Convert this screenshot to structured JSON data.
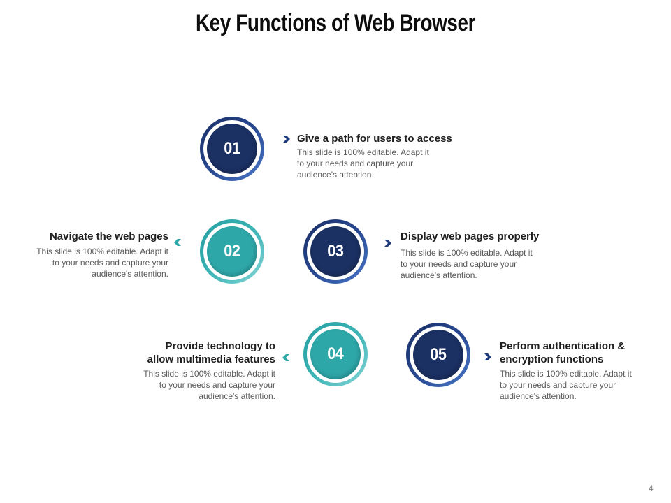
{
  "title": "Key Functions of Web Browser",
  "colors": {
    "navy": "#1b3063",
    "navy_ring_light": "#4a79c9",
    "teal": "#2ea7a9",
    "teal_ring_light": "#86d5d6",
    "heading": "#1f1f1f",
    "body_text": "#595959"
  },
  "steps": [
    {
      "number": "01",
      "color": "navy",
      "heading": "Give a path for users to access",
      "heading_line2": "",
      "description_lines": [
        "This slide is 100% editable. Adapt it",
        "to your needs and capture your",
        "audience's attention."
      ],
      "arrow": "chevron-right-icon"
    },
    {
      "number": "02",
      "color": "teal",
      "heading": "Navigate the web pages",
      "heading_line2": "",
      "description_lines": [
        "This slide is 100% editable. Adapt it",
        "to your needs and capture your",
        "audience's attention."
      ],
      "arrow": "chevron-left-icon"
    },
    {
      "number": "03",
      "color": "navy",
      "heading": "Display web pages properly",
      "heading_line2": "",
      "description_lines": [
        "This slide is 100% editable. Adapt it",
        "to your needs and capture your",
        "audience's attention."
      ],
      "arrow": "chevron-right-icon"
    },
    {
      "number": "04",
      "color": "teal",
      "heading": "Provide technology to",
      "heading_line2": "allow multimedia features",
      "description_lines": [
        "This slide is 100% editable. Adapt it",
        "to your needs and capture your",
        "audience's attention."
      ],
      "arrow": "chevron-left-icon"
    },
    {
      "number": "05",
      "color": "navy",
      "heading": "Perform authentication &",
      "heading_line2": "encryption functions",
      "description_lines": [
        "This slide is 100% editable. Adapt it",
        "to your needs and capture your",
        "audience's attention."
      ],
      "arrow": "chevron-right-icon"
    }
  ],
  "page_number": "4"
}
